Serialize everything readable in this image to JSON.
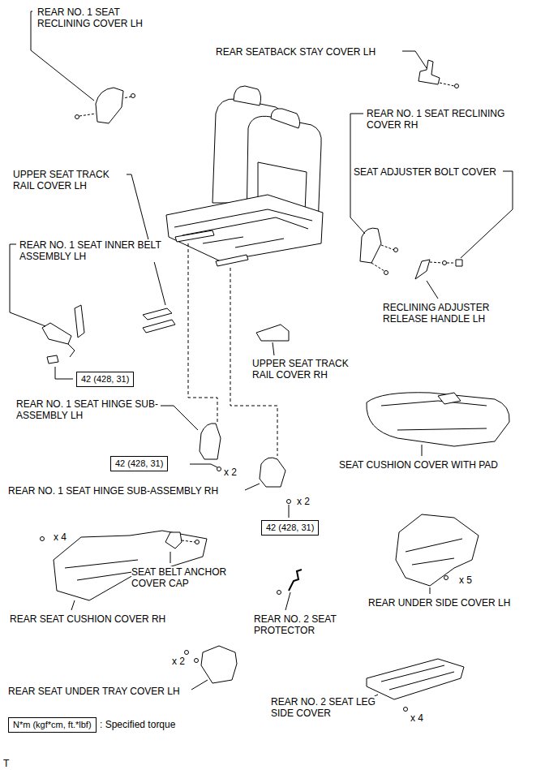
{
  "diagram": {
    "nodes": [
      {
        "text": [
          "42 (428, 31)"
        ]
      },
      {
        "text": [
          "42 (428, 31)"
        ]
      },
      {
        "text": [
          "42 (428, 31)"
        ]
      },
      {
        "text": [
          "N*m (kgf*cm, ft.*lbf)"
        ]
      }
    ],
    "labels": [
      "REAR NO. 1 SEAT RECLINING COVER LH",
      "REAR SEATBACK STAY COVER LH",
      "REAR NO. 1 SEAT RECLINING COVER RH",
      "SEAT ADJUSTER BOLT COVER",
      "UPPER SEAT TRACK RAIL COVER LH",
      "REAR NO. 1 SEAT INNER BELT ASSEMBLY LH",
      "RECLINING ADJUSTER RELEASE HANDLE LH",
      "UPPER SEAT TRACK RAIL COVER RH",
      "REAR NO. 1 SEAT HINGE SUB-ASSEMBLY LH",
      "SEAT CUSHION COVER WITH PAD",
      "x 2",
      "REAR NO. 1 SEAT HINGE SUB-ASSEMBLY RH",
      "x 2",
      "x 4",
      "SEAT BELT ANCHOR COVER CAP",
      "x 5",
      "REAR NO. 2 SEAT PROTECTOR",
      "REAR UNDER SIDE COVER LH",
      "REAR SEAT CUSHION COVER RH",
      "x 2",
      "REAR SEAT UNDER TRAY COVER LH",
      "REAR NO. 2 SEAT LEG SIDE COVER",
      "x 4",
      ": Specified torque",
      "T"
    ]
  }
}
